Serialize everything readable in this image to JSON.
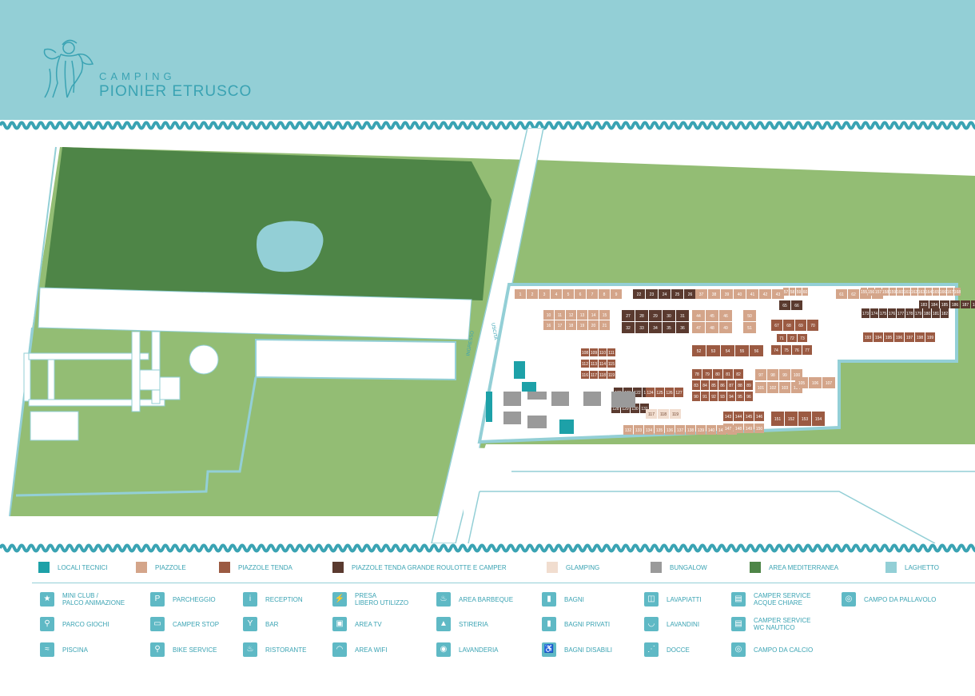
{
  "brand": {
    "line1": "CAMPING",
    "line2": "PIONIER ETRUSCO"
  },
  "colors": {
    "header": "#93cfd6",
    "wave": "#3aa3b3",
    "mediterranean": "#4e8547",
    "grass": "#93bd74",
    "road": "#ffffff",
    "technical": "#1da1a8",
    "pitch": "#d4a58a",
    "tent": "#9b5a42",
    "large_tent": "#5a3a2f",
    "glamping": "#f1ddcf",
    "bungalow": "#9a9a9a",
    "lake": "#93cfd6"
  },
  "map": {
    "ingresso": "INGRESSO",
    "uscita": "USCITA",
    "row1": [
      "1",
      "2",
      "3",
      "4",
      "5",
      "6",
      "7",
      "8",
      "9"
    ],
    "blockA1": [
      "10",
      "11",
      "12",
      "13",
      "14",
      "15"
    ],
    "blockA2": [
      "16",
      "17",
      "18",
      "19",
      "20",
      "21"
    ],
    "row2a": [
      "22",
      "23",
      "24",
      "25",
      "26"
    ],
    "row2b": [
      "37",
      "38",
      "39",
      "40",
      "41",
      "42",
      "43"
    ],
    "row2c": [
      "57",
      "58",
      "59",
      "60"
    ],
    "blockB1": [
      "27",
      "28",
      "29",
      "30",
      "31"
    ],
    "blockB2": [
      "32",
      "33",
      "34",
      "35",
      "36"
    ],
    "blockC1": [
      "44",
      "45",
      "46"
    ],
    "blockC2": [
      "47",
      "48",
      "49"
    ],
    "blockD": [
      "50",
      "51"
    ],
    "row3": [
      "52",
      "53",
      "54",
      "55",
      "56"
    ],
    "east1": [
      "61",
      "62",
      "63",
      "64"
    ],
    "east2": [
      "65",
      "66",
      "67",
      "68",
      "69",
      "70",
      "71",
      "72",
      "73",
      "74",
      "75",
      "76",
      "77"
    ],
    "centre1": [
      "78",
      "79",
      "80",
      "81",
      "82"
    ],
    "centre2": [
      "83",
      "84",
      "85",
      "86",
      "87",
      "88",
      "89",
      "90",
      "91",
      "92",
      "93",
      "94",
      "95",
      "96"
    ],
    "centre3": [
      "97",
      "98",
      "99",
      "100",
      "101",
      "102",
      "103",
      "104",
      "105",
      "106",
      "107"
    ],
    "west": [
      "108",
      "109",
      "110",
      "111",
      "112",
      "113",
      "114",
      "115",
      "116",
      "117",
      "118",
      "119",
      "120",
      "121",
      "122",
      "123",
      "124",
      "125",
      "126",
      "127",
      "128",
      "129",
      "130",
      "131"
    ],
    "bottom": [
      "132",
      "133",
      "134",
      "135",
      "136",
      "137",
      "138",
      "139",
      "140",
      "141",
      "142",
      "143",
      "144",
      "145",
      "146",
      "147",
      "148",
      "149",
      "150",
      "151",
      "152",
      "153",
      "154"
    ],
    "farEast1": [
      "155",
      "156",
      "157",
      "158",
      "159",
      "160",
      "161",
      "162",
      "163",
      "164",
      "165",
      "166",
      "167",
      "168"
    ],
    "farEast2": [
      "173",
      "174",
      "175",
      "176",
      "177",
      "178",
      "179",
      "180",
      "181",
      "182",
      "183",
      "184",
      "185",
      "186",
      "187",
      "188",
      "189",
      "190",
      "191",
      "192"
    ],
    "farEast3": [
      "193",
      "194",
      "195",
      "196",
      "197",
      "198",
      "199"
    ]
  },
  "legend_colors": [
    {
      "label": "LOCALI TECNICI",
      "color": "#1da1a8"
    },
    {
      "label": "PIAZZOLE",
      "color": "#d4a58a"
    },
    {
      "label": "PIAZZOLE TENDA",
      "color": "#9b5a42"
    },
    {
      "label": "PIAZZOLE TENDA GRANDE ROULOTTE E CAMPER",
      "color": "#5a3a2f"
    },
    {
      "label": "GLAMPING",
      "color": "#f1ddcf"
    },
    {
      "label": "BUNGALOW",
      "color": "#9a9a9a"
    },
    {
      "label": "AREA MEDITERRANEA",
      "color": "#4e8547"
    },
    {
      "label": "LAGHETTO",
      "color": "#93cfd6"
    }
  ],
  "legend_icons": [
    {
      "label": "MINI CLUB /\nPALCO ANIMAZIONE",
      "icon": "mini-club-icon"
    },
    {
      "label": "PARCO GIOCHI",
      "icon": "playground-icon"
    },
    {
      "label": "PISCINA",
      "icon": "pool-icon"
    },
    {
      "label": "PARCHEGGIO",
      "icon": "parking-icon"
    },
    {
      "label": "CAMPER STOP",
      "icon": "camper-stop-icon"
    },
    {
      "label": "BIKE SERVICE",
      "icon": "bike-icon"
    },
    {
      "label": "RECEPTION",
      "icon": "reception-icon"
    },
    {
      "label": "BAR",
      "icon": "bar-icon"
    },
    {
      "label": "RISTORANTE",
      "icon": "restaurant-icon"
    },
    {
      "label": "PRESA\nLIBERO UTILIZZO",
      "icon": "plug-icon"
    },
    {
      "label": "AREA TV",
      "icon": "tv-icon"
    },
    {
      "label": "AREA WIFI",
      "icon": "wifi-icon"
    },
    {
      "label": "AREA BARBEQUE",
      "icon": "bbq-icon"
    },
    {
      "label": "STIRERIA",
      "icon": "iron-icon"
    },
    {
      "label": "LAVANDERIA",
      "icon": "laundry-icon"
    },
    {
      "label": "BAGNI",
      "icon": "toilets-icon"
    },
    {
      "label": "BAGNI PRIVATI",
      "icon": "private-toilets-icon"
    },
    {
      "label": "BAGNI DISABILI",
      "icon": "accessible-toilets-icon"
    },
    {
      "label": "LAVAPIATTI",
      "icon": "dishwash-icon"
    },
    {
      "label": "LAVANDINI",
      "icon": "sink-icon"
    },
    {
      "label": "DOCCE",
      "icon": "shower-icon"
    },
    {
      "label": "CAMPER SERVICE\nACQUE CHIARE",
      "icon": "camper-service-water-icon"
    },
    {
      "label": "CAMPER SERVICE\nWC NAUTICO",
      "icon": "camper-service-wc-icon"
    },
    {
      "label": "CAMPO DA CALCIO",
      "icon": "football-icon"
    },
    {
      "label": "CAMPO DA PALLAVOLO",
      "icon": "volleyball-icon"
    }
  ]
}
